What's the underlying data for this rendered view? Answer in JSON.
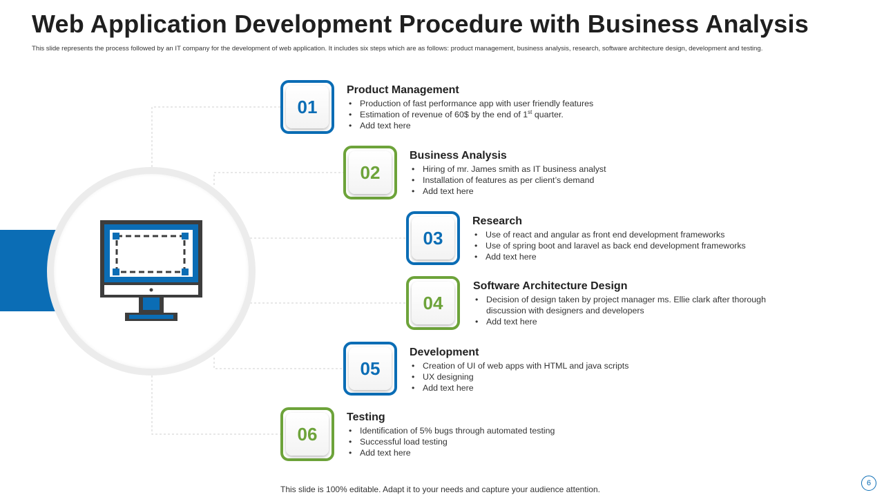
{
  "slide": {
    "title": "Web Application Development Procedure with Business Analysis",
    "subtitle": "This slide represents the process followed by an IT company  for the development  of web application. It includes six steps which are as follows: product management, business analysis, research, software architecture design, development and testing.",
    "footer": "This slide is 100% editable. Adapt it to your  needs and capture your audience attention.",
    "page_number": "6"
  },
  "colors": {
    "blue": "#0b6db5",
    "green": "#6da33a",
    "dark": "#3d3d3d"
  },
  "hub": {
    "icon": "computer-monitor-icon"
  },
  "steps": [
    {
      "number": "01",
      "color": "blue",
      "heading": "Product Management",
      "b1": "Production of fast performance  app with user friendly features",
      "b2_pre": "Estimation of revenue  of 60$ by the end of 1",
      "b2_sup": "st",
      "b2_post": " quarter.",
      "b3": "Add text here"
    },
    {
      "number": "02",
      "color": "green",
      "heading": "Business Analysis",
      "b1": "Hiring of mr. James smith as IT  business analyst",
      "b2": "Installation of features as per client’s demand",
      "b3": "Add text here"
    },
    {
      "number": "03",
      "color": "blue",
      "heading": "Research",
      "b1": "Use of react and angular  as front end development  frameworks",
      "b2": "Use of spring boot and laravel  as back end development  frameworks",
      "b3": "Add text here"
    },
    {
      "number": "04",
      "color": "green",
      "heading": "Software Architecture Design",
      "b1": "Decision of design taken by project manager  ms. Ellie clark after thorough discussion with designers and developers",
      "b2": "Add text here"
    },
    {
      "number": "05",
      "color": "blue",
      "heading": "Development",
      "b1": "Creation  of UI of web apps with HTML  and java scripts",
      "b2": "UX designing",
      "b3": "Add text here"
    },
    {
      "number": "06",
      "color": "green",
      "heading": "Testing",
      "b1": "Identification  of 5% bugs through automated testing",
      "b2": "Successful load testing",
      "b3": "Add text here"
    }
  ]
}
